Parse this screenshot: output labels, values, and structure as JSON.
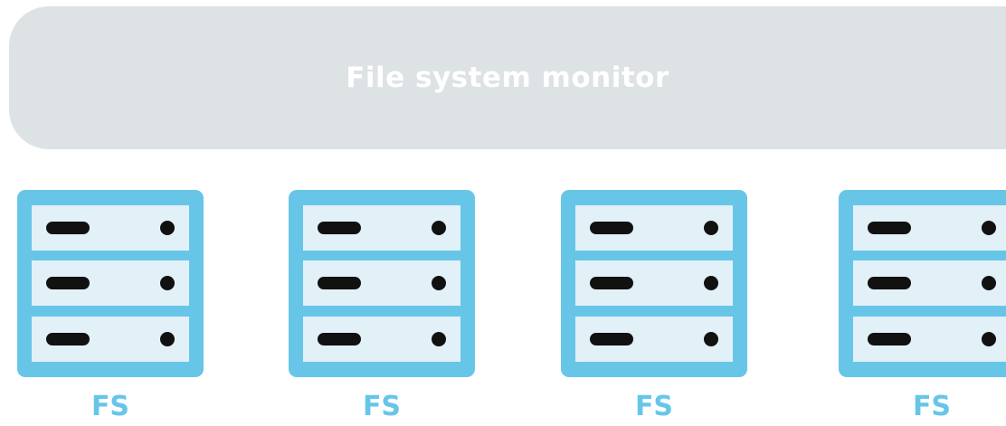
{
  "monitor": {
    "title": "File system monitor"
  },
  "servers": [
    {
      "label": "FS"
    },
    {
      "label": "FS"
    },
    {
      "label": "FS"
    },
    {
      "label": "FS"
    }
  ],
  "colors": {
    "monitor_background": "#dde2e5",
    "server_frame": "#67c6e8",
    "rack_fill": "#e2f1f8",
    "indicator": "#111111",
    "label": "#67c6e8"
  },
  "icons": {
    "server": "server-rack-icon",
    "slot": "drive-slot-icon",
    "led": "status-led-icon"
  }
}
